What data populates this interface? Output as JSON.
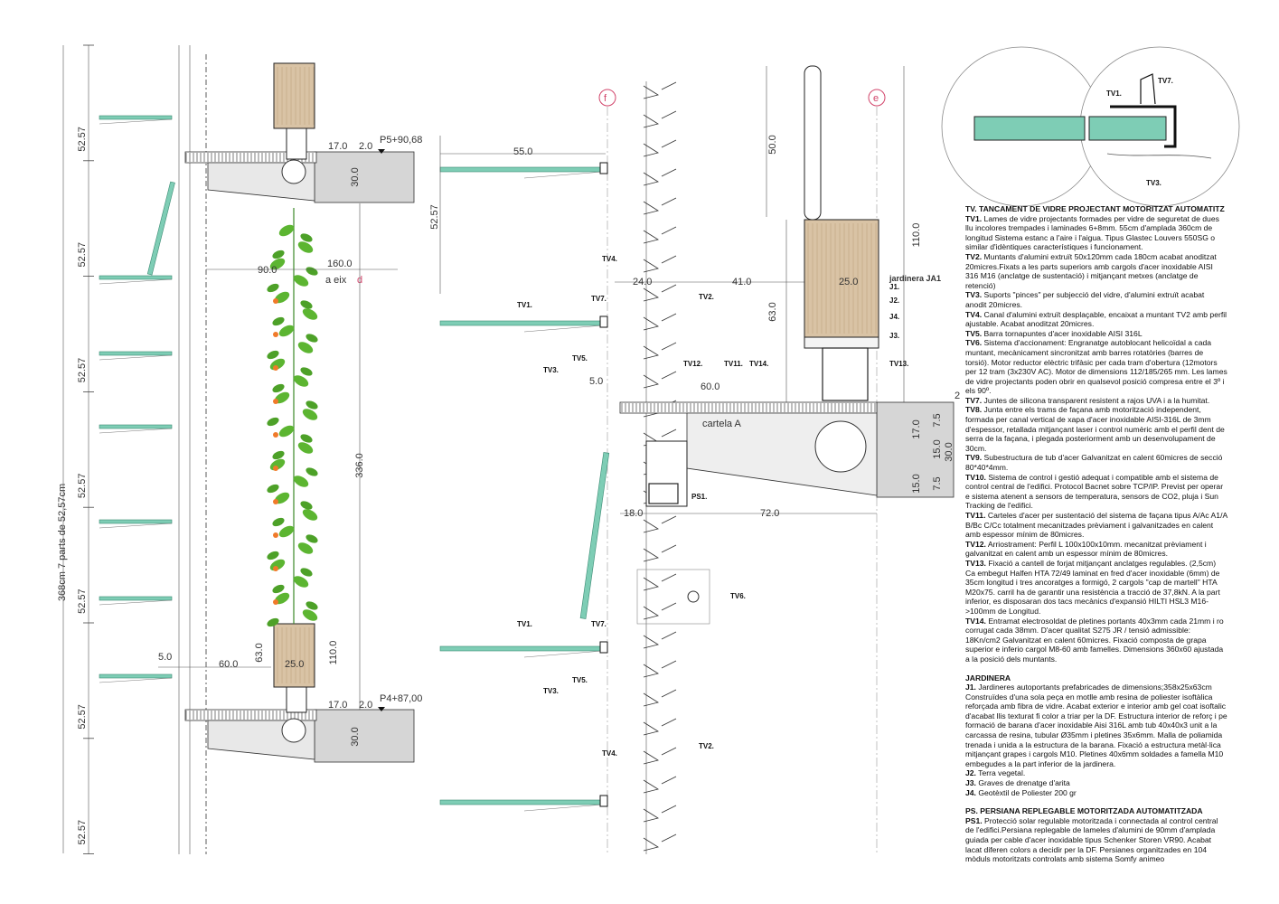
{
  "dims": {
    "spacing": "52.57",
    "total": "368cm  7  parts  de  52,57cm",
    "d90": "90.0",
    "d160": "160.0",
    "axis_d": "a  eix",
    "axis_letter": "d",
    "d336": "336.0",
    "d17": "17.0",
    "d2": "2.0",
    "d30": "30.0",
    "d60": "60.0",
    "d5": "5.0",
    "d63": "63.0",
    "d110": "110.0",
    "d25": "25.0",
    "d55": "55.0",
    "d24": "24.0",
    "d41": "41.0",
    "d50": "50.0",
    "d18": "18.0",
    "d72": "72.0",
    "d7_5": "7.5",
    "d15": "15.0",
    "d2b": "2",
    "p5": "P5+90,68",
    "p4": "P4+87,00",
    "axis_f": "f",
    "axis_e": "e",
    "cartela": "cartela A",
    "jardinera_ja1": "jardinera JA1"
  },
  "tags": {
    "tv1": "TV1.",
    "tv2": "TV2.",
    "tv3": "TV3.",
    "tv4": "TV4.",
    "tv5": "TV5.",
    "tv6": "TV6.",
    "tv7": "TV7.",
    "tv11": "TV11.",
    "tv12": "TV12.",
    "tv13": "TV13.",
    "tv14": "TV14.",
    "ps1": "PS1.",
    "j1": "J1.",
    "j2": "J2.",
    "j3": "J3.",
    "j4": "J4."
  },
  "notes": {
    "tv_title": "TV. TANCAMENT DE VIDRE PROJECTANT MOTORITZAT AUTOMATITZ",
    "tv_items": [
      {
        "code": "TV1.",
        "text": " Lames de vidre projectants formades per vidre de seguretat de dues llu incolores trempades i laminades 6+8mm. 55cm d'amplada 360cm de longitud Sistema estanc a l'aire i l'aigua. Tipus Glastec Louvers 550SG o similar d'idèntiques característiques i funcionament."
      },
      {
        "code": "TV2.",
        "text": " Muntants d'alumini extruït 50x120mm cada 180cm acabat anoditzat 20micres.Fixats a les parts superiors amb cargols d'acer inoxidable AISI 316 M16 (anclatge de sustentació) i mitjançant metxes (anclatge de retenció)"
      },
      {
        "code": "TV3.",
        "text": " Suports \"pinces\" per subjecció del vidre, d'alumini extruït acabat anodit 20micres."
      },
      {
        "code": "TV4.",
        "text": " Canal d'alumini extruït desplaçable, encaixat a muntant TV2 amb perfil ajustable. Acabat anoditzat 20micres."
      },
      {
        "code": "TV5.",
        "text": " Barra tornapuntes d'acer inoxidable AISI 316L"
      },
      {
        "code": "TV6.",
        "text": " Sistema d'accionament: Engranatge autoblocant helicoïdal a cada muntant, mecànicament sincronitzat amb barres rotatòries (barres de torsió). Motor reductor elèctric trifàsic per cada tram d'obertura (12motors per 12 tram (3x230V AC). Motor de dimensions 112/185/265 mm. Les lames de vidre projectants poden obrir en qualsevol posició compresa entre el 3º i els 90º."
      },
      {
        "code": "TV7.",
        "text": " Juntes de silicona transparent resistent a rajos UVA i a la humitat."
      },
      {
        "code": "TV8.",
        "text": " Junta entre els trams de façana amb motorització independent, formada per canal vertical de xapa d'acer inoxidable AISI-316L de 3mm d'espessor, retallada mitjançant laser i control numèric amb el perfil dent de serra de la façana, i plegada posteriorment amb un desenvolupament de 30cm."
      },
      {
        "code": "TV9.",
        "text": " Subestructura de  tub d'acer Galvanitzat en calent 60micres de secció 80*40*4mm."
      },
      {
        "code": "TV10.",
        "text": " Sistema de control i gestió adequat i compatible amb el sistema de control central de l'edifici. Protocol Bacnet sobre TCP/IP. Previst per operar e sistema atenent a sensors de temperatura, sensors de CO2, pluja  i Sun Tracking de l'edifici."
      },
      {
        "code": "TV11.",
        "text": " Carteles d'acer per sustentació del sistema de façana tipus A/Ac A1/A B/Bc C/Cc totalment mecanitzades prèviament i galvanitzades en calent amb espessor mínim de 80micres."
      },
      {
        "code": "TV12.",
        "text": " Arriostrament: Perfil L 100x100x10mm. mecanitzat prèviament i galvanitzat en calent amb un espessor mínim de 80micres."
      },
      {
        "code": "TV13.",
        "text": " Fixació a cantell de forjat mitjançant anclatges regulables. (2,5cm) Ca embegut Halfen HTA 72/49 laminat en fred d'acer inoxidable (6mm) de 35cm longitud i tres ancoratges a formigó, 2 cargols \"cap de martell\" HTA M20x75. carril ha de garantir una resistència a tracció de 37,8kN. A la part inferior, es disposaran dos tacs mecànics d'expansió HILTI HSL3 M16->100mm de Longitud."
      },
      {
        "code": "TV14.",
        "text": " Entramat electrosoldat  de pletines portants  40x3mm cada 21mm i ro corrugat cada 38mm. D'acer qualitat S275 JR / tensió admissible: 18Kn/cm2 Galvanitzat en calent 60micres. Fixació composta de grapa superior  e inferio cargol M8-60 amb famelles. Dimensions 360x60 ajustada a la posició dels muntants."
      }
    ],
    "j_title": "JARDINERA",
    "j_items": [
      {
        "code": "J1.",
        "text": " Jardineres autoportants prefabricades de dimensions;358x25x63cm Construïdes d'una sola peça en motlle amb resina de poliester isoftàlica reforçada amb fibra de vidre. Acabat exterior e interior amb gel coat isoftalic d'acabat llis texturat fi color a triar per la DF. Estructura interior de reforç i pe formació de barana d'acer inoxidable Aisi 316L amb tub 40x40x3 unit a la carcassa de resina, tubular Ø35mm i pletines 35x6mm. Malla de poliamida trenada i unida a la estructura de la barana. Fixació a estructura metàl·lica mitjançant grapes i cargols M10. Pletines 40x6mm soldades a famella M10 embegudes a la part inferior de la jardinera."
      },
      {
        "code": "J2.",
        "text": " Terra vegetal."
      },
      {
        "code": "J3.",
        "text": " Graves de drenatge d'arita"
      },
      {
        "code": "J4.",
        "text": " Geotèxtil de Poliester 200 gr"
      }
    ],
    "ps_title": "PS. PERSIANA REPLEGABLE MOTORITZADA AUTOMATITZADA",
    "ps_items": [
      {
        "code": "PS1.",
        "text": " Protecció solar regulable motoritzada i connectada al control central de l'edifici.Persiana replegable de lameles d'alumini de 90mm d'amplada guiada per cable d'acer inoxidable tipus Schenker Storen VR90. Acabat lacat diferen colors a decidir per la DF. Persianes organitzades en    104 mòduls motoritzats controlats amb sistema Somfy animeo"
      }
    ]
  },
  "colors": {
    "glass": "#7ecdb5",
    "wood": "#d9c3a5",
    "slab": "#d6d6d6",
    "leaf": "#5cb531",
    "flower": "#f07a2a",
    "axis": "#d2456b"
  }
}
